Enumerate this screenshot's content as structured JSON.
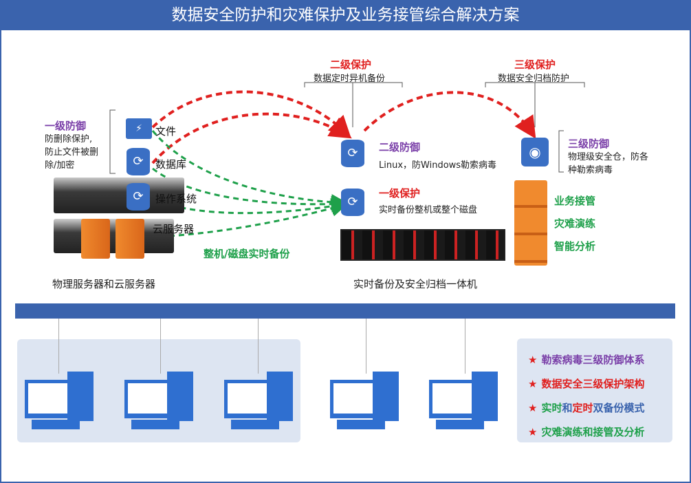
{
  "title": "数据安全防护和灾难保护及业务接管综合解决方案",
  "left": {
    "level1_defense": "一级防御",
    "level1_desc": [
      "防删除保护,",
      "防止文件被删",
      "除/加密"
    ],
    "items": [
      "文件",
      "数据库",
      "操作系统",
      "云服务器"
    ],
    "caption": "物理服务器和云服务器",
    "realtime_label": "整机/磁盘实时备份"
  },
  "middle": {
    "level2_protect": "二级保护",
    "level2_protect_desc": "数据定时异机备份",
    "level2_defense": "二级防御",
    "level2_defense_desc": "Linux，防Windows勒索病毒",
    "level1_protect": "一级保护",
    "level1_protect_desc": "实时备份整机或整个磁盘",
    "caption": "实时备份及安全归档一体机"
  },
  "right": {
    "level3_protect": "三级保护",
    "level3_protect_desc": "数据安全归档防护",
    "level3_defense": "三级防御",
    "level3_defense_desc": [
      "物理级安全仓，防各",
      "种勒索病毒"
    ],
    "services": [
      "业务接管",
      "灾难演练",
      "智能分析"
    ]
  },
  "features": {
    "star": "★",
    "f1": "勒索病毒三级防御体系",
    "f2": "数据安全三级保护架构",
    "f3a": "实时",
    "f3b": "和",
    "f3c": "定时",
    "f3d": "双备份模式",
    "f4": "灾难演练和接管及分析"
  },
  "colors": {
    "brand": "#3a63ad",
    "red": "#e0201f",
    "green": "#1ea04a",
    "purple": "#7a3fa8"
  }
}
